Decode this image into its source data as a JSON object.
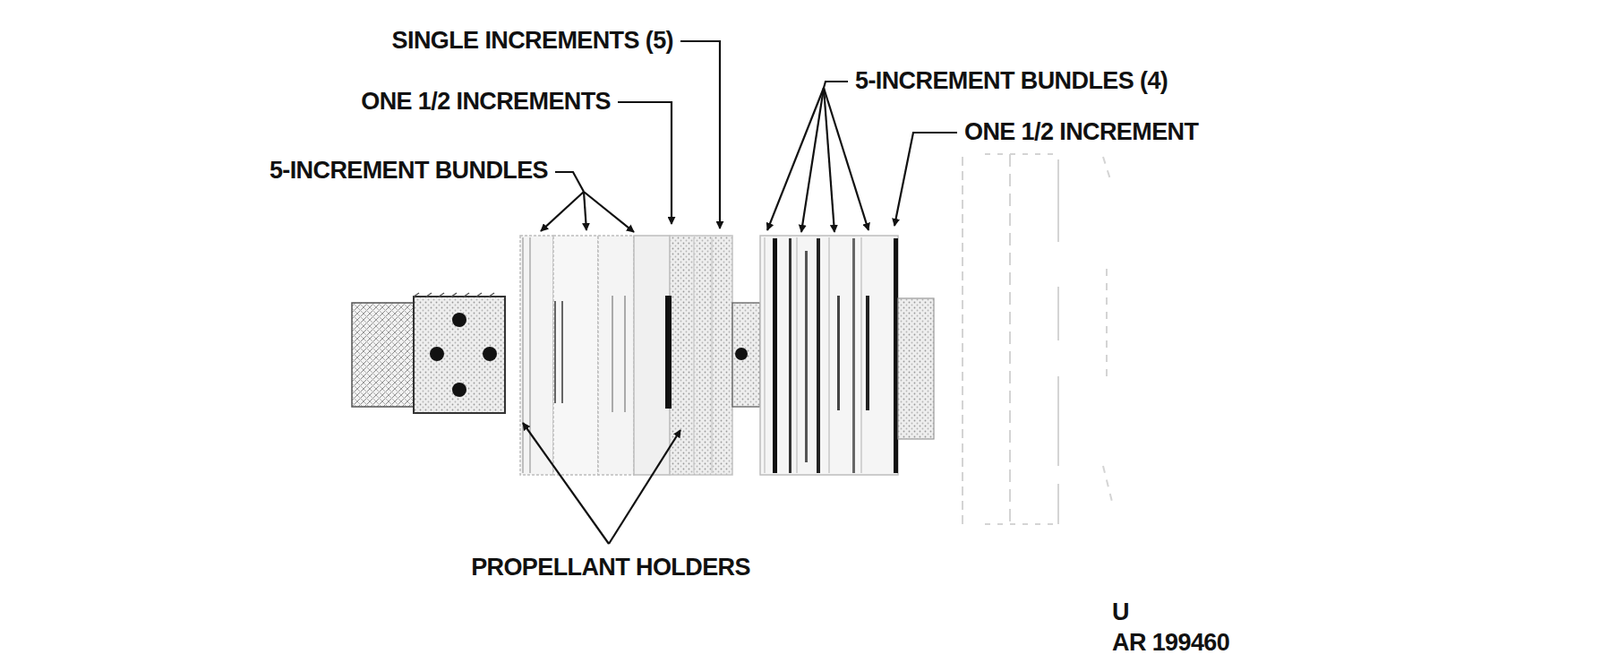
{
  "diagram": {
    "labels": [
      "SINGLE INCREMENTS (5)",
      "ONE 1/2 INCREMENTS",
      "5-INCREMENT BUNDLES",
      "5-INCREMENT BUNDLES (4)",
      "ONE 1/2 INCREMENT",
      "PROPELLANT HOLDERS",
      "U",
      "AR 199460"
    ]
  }
}
